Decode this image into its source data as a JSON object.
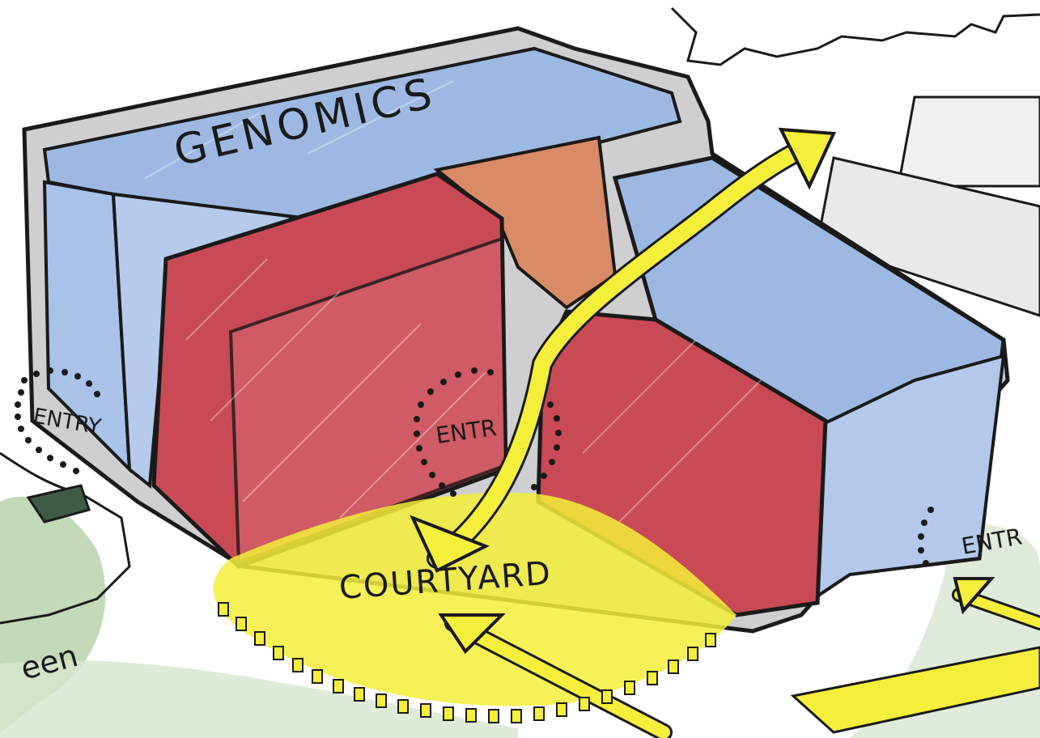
{
  "labels": {
    "genomics": "GENOMICS",
    "courtyard": "COURTYARD",
    "entry_left": "ENTRY",
    "entry_center": "ENTR",
    "entry_right": "ENTR",
    "green": "een"
  },
  "colors": {
    "paper": "#ffffff",
    "blue_wash": "#9db9e3",
    "red_wash": "#c94a55",
    "orange_wash": "#d98a66",
    "yellow_path": "#f4ef3a",
    "green_lawn": "#bcd5b0",
    "ink": "#1a1a1a",
    "gray_shadow": "#cfcfd2"
  }
}
